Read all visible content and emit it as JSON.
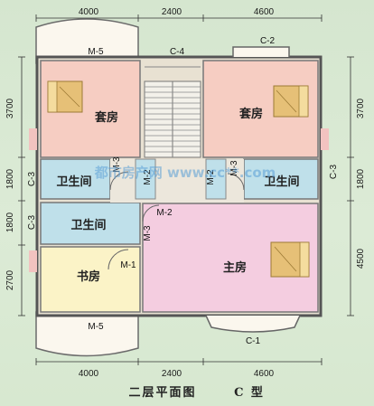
{
  "dims": {
    "top": [
      "4000",
      "2400",
      "4600"
    ],
    "bottom": [
      "4000",
      "2400",
      "4600"
    ],
    "left": [
      "3700",
      "1800",
      "1800",
      "2700"
    ],
    "right": [
      "3700",
      "1800",
      "4500"
    ]
  },
  "rooms": {
    "suite_left": "套房",
    "suite_right": "套房",
    "bath_left": "卫生间",
    "bath_right": "卫生间",
    "bath_mid": "卫生间",
    "study": "书房",
    "master": "主房"
  },
  "labels": {
    "m5_top": "M-5",
    "c4": "C-4",
    "c2": "C-2",
    "c3_left1": "C-3",
    "c3_left2": "C-3",
    "c3_right": "C-3",
    "m3_a": "M-3",
    "m2_a": "M-2",
    "m2_b": "M-2",
    "m3_b": "M-3",
    "m2_c": "M-2",
    "m3_c": "M-3",
    "m1": "M-1",
    "m5_bottom": "M-5",
    "c1": "C-1"
  },
  "title": "二层平面图",
  "subtitle": "C 型",
  "watermark": "都市房产网 www.cc**.com",
  "colors": {
    "suite": "#f6cdc2",
    "bath": "#bfe0ea",
    "study": "#fbf3c7",
    "master": "#f4cde0",
    "wall": "#555555",
    "balcony": "#fbf7ee"
  }
}
